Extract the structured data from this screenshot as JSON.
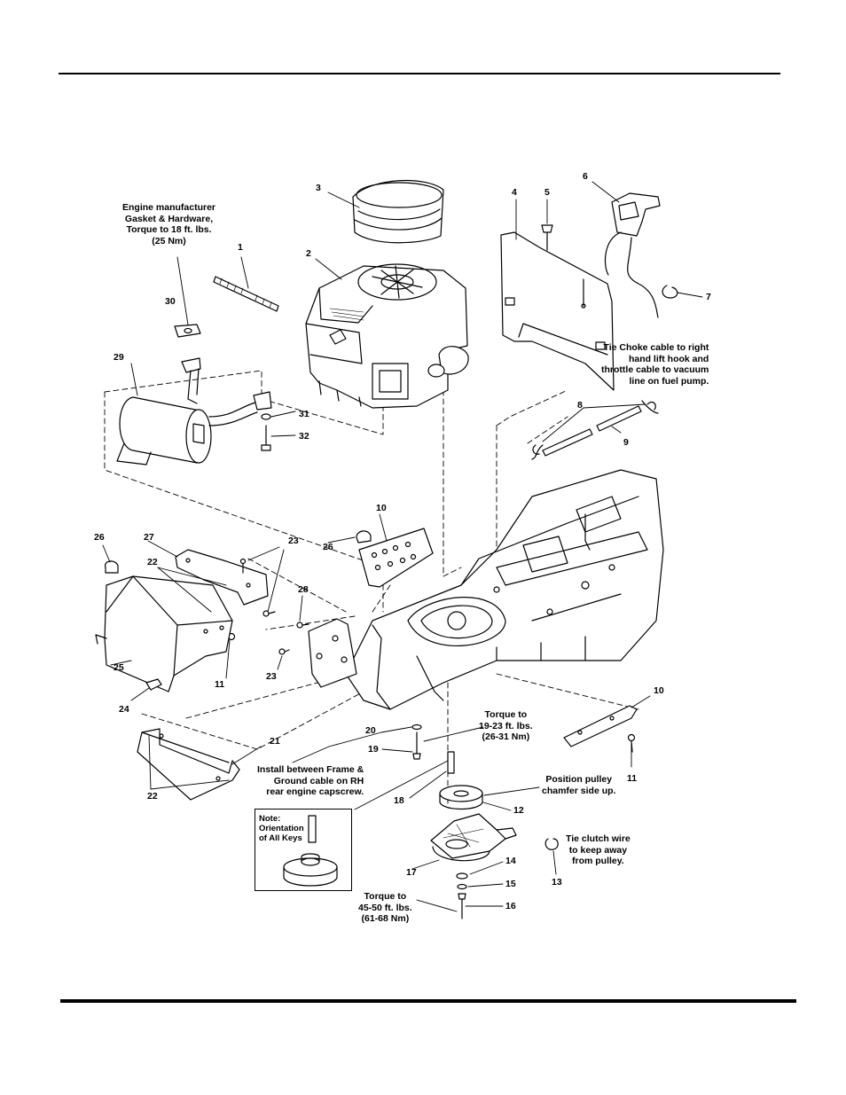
{
  "diagram": {
    "callouts": [
      {
        "id": "c1",
        "label": "1"
      },
      {
        "id": "c2",
        "label": "2"
      },
      {
        "id": "c3",
        "label": "3"
      },
      {
        "id": "c4",
        "label": "4"
      },
      {
        "id": "c5",
        "label": "5"
      },
      {
        "id": "c6",
        "label": "6"
      },
      {
        "id": "c7",
        "label": "7"
      },
      {
        "id": "c8",
        "label": "8"
      },
      {
        "id": "c9",
        "label": "9"
      },
      {
        "id": "c10a",
        "label": "10"
      },
      {
        "id": "c10b",
        "label": "10"
      },
      {
        "id": "c11a",
        "label": "11"
      },
      {
        "id": "c11b",
        "label": "11"
      },
      {
        "id": "c12",
        "label": "12"
      },
      {
        "id": "c13",
        "label": "13"
      },
      {
        "id": "c14",
        "label": "14"
      },
      {
        "id": "c15",
        "label": "15"
      },
      {
        "id": "c16",
        "label": "16"
      },
      {
        "id": "c17",
        "label": "17"
      },
      {
        "id": "c18",
        "label": "18"
      },
      {
        "id": "c19",
        "label": "19"
      },
      {
        "id": "c20",
        "label": "20"
      },
      {
        "id": "c21",
        "label": "21"
      },
      {
        "id": "c22a",
        "label": "22"
      },
      {
        "id": "c22b",
        "label": "22"
      },
      {
        "id": "c23a",
        "label": "23"
      },
      {
        "id": "c23b",
        "label": "23"
      },
      {
        "id": "c24",
        "label": "24"
      },
      {
        "id": "c25",
        "label": "25"
      },
      {
        "id": "c26a",
        "label": "26"
      },
      {
        "id": "c26b",
        "label": "26"
      },
      {
        "id": "c27",
        "label": "27"
      },
      {
        "id": "c28",
        "label": "28"
      },
      {
        "id": "c29",
        "label": "29"
      },
      {
        "id": "c30",
        "label": "30"
      },
      {
        "id": "c31",
        "label": "31"
      },
      {
        "id": "c32",
        "label": "32"
      }
    ],
    "notes": {
      "engine_gasket": "Engine manufacturer\nGasket & Hardware,\nTorque to 18 ft. lbs.\n(25 Nm)",
      "choke_cable": "Tie Choke cable to right\nhand lift hook and\nthrottle cable to vacuum\nline on fuel pump.",
      "torque_19_23": "Torque to\n19-23 ft. lbs.\n(26-31 Nm)",
      "install_between": "Install between Frame &\nGround cable on RH\nrear engine capscrew.",
      "position_pulley": "Position pulley\nchamfer side up.",
      "tie_clutch": "Tie clutch wire\nto keep away\nfrom pulley.",
      "torque_45_50": "Torque to\n45-50 ft. lbs.\n(61-68 Nm)",
      "inset_title": "Note:\nOrientation\nof All Keys"
    }
  }
}
